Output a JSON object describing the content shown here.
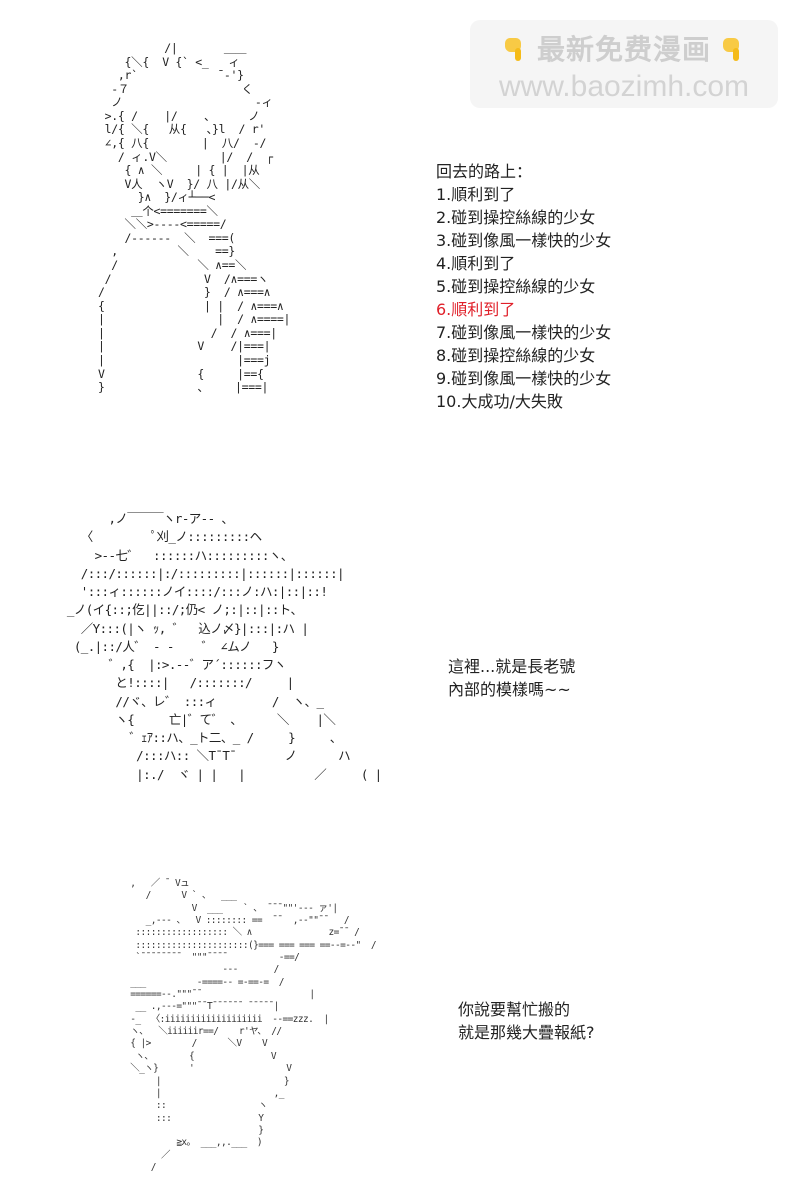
{
  "watermark": {
    "line1": "最新免费漫画",
    "line2": "www.baozimh.com",
    "icon_left": "pointing-down-hand-icon",
    "icon_right": "pointing-down-hand-icon"
  },
  "panel1": {
    "caption_title": "回去的路上：",
    "list": [
      {
        "text": "1.順利到了",
        "color": "#222222"
      },
      {
        "text": "2.碰到操控絲線的少女",
        "color": "#222222"
      },
      {
        "text": "3.碰到像風一樣快的少女",
        "color": "#222222"
      },
      {
        "text": "4.順利到了",
        "color": "#222222"
      },
      {
        "text": "5.碰到操控絲線的少女",
        "color": "#222222"
      },
      {
        "text": "6.順利到了",
        "color": "#e0202a"
      },
      {
        "text": "7.碰到像風一樣快的少女",
        "color": "#222222"
      },
      {
        "text": "8.碰到操控絲線的少女",
        "color": "#222222"
      },
      {
        "text": "9.碰到像風一樣快的少女",
        "color": "#222222"
      },
      {
        "text": "10.大成功/大失敗",
        "color": "#222222"
      }
    ],
    "ascii_art": "          /|       ＿＿\n    {＼{  V {` <_   ィ\n   ,r`            ̄ -'}\n  -７                 く\n  ノ                    -ィ\n >.{ /    |/    、     ノ\n l/{ ＼{   从{   、}l  / r'\n ∠,{ 八{        |  八/  -/\n   / ィ.V＼        |/  /  ┌\n    { ∧ ＼     | { |  |从\n    V人  ヽV  }/ 八 |/从＼\n      }∧  }/ィ┴──<\n     ＿个<=======＼\n    ＼＼>----<=====/\n    /------  ＼  ===(\n  ,         ＼    ==}\n  /            ＼ ∧==＼\n /              V  /∧===ヽ\n/               }  / ∧===∧\n{               | |  / ∧===∧\n|                 |  / ∧====|\n|                /  / ∧===|\n|              V    /|===|\n|                    |===j\nV              {     |=={\n}              、    |===|"
  },
  "panel2": {
    "caption_lines": [
      "這裡...就是長老號",
      "內部的模樣嗎~~"
    ],
    "ascii_art": "       ,ノ￣￣￣ヽr-ア-- 、\n   〈         ﾟ刈_ノ:::::::::ヘ\n     >--七゛  ::::::ハ:::::::::ヽ、\n   /:::/::::::|:/:::::::::|::::::|::::::|\n   ':::ィ::::::ノイ::::/:::ノ:ハ:|::|::!\n _ノ(イ{::;仡||::/;仍< ノ;:|::|::ト、\n   ／Y:::(|ヽ ｯ, ゛  込ノ〆}|:::|:ハ |\n  (_.|::/人゛ - -    ゛ ∠ムノ   }\n       ゛,{  |:>.--゛ア´::::::フヽ\n        と!::::|   /:::::::/     |\n        //ヾ、レ゛ :::ィ        /  ヽ、_\n        ヽ{     亡|゛て゛ 、     ＼    |＼\n          ゛ｪｱ::ハ、_ト二、_ /     }     、\n           /:::ハ:: ＼T¯T¯       ノ      ハ\n           |:./  ヾ | |   |          ／     ( |"
  },
  "panel3": {
    "caption_lines": [
      "你說要幫忙搬的",
      "就是那幾大疊報紙?"
    ],
    "ascii_art": "  ,   ／ ¯ Vュ\n     /      V ` 、  ___\n              V  ___    ` 、 ¯¯¯\"\"'--- ァ'|\n     _,--- 、  V :::::::: ==  ¯¯  ,--\"\"¯¯   /\n   :::::::::::::::::: ＼ ∧               z=¯¯ /\n   ::::::::::::::::::::::(}=== === === ==--=--\"  /\n   `¯¯¯¯¯¯¯¯  \"\"\"¯¯¯¯          -==/\n                    ---       /\n  ___          -====-- =-==-=  /\n  ======--.\"\"\"¯¯                     |\n   __ .,---=\"\"\"¯¯T¯¯¯¯¯¯ ¯¯¯¯¯|\n  -_  〈:iiiiiiiiiiiiiiiiiii  --==zzz.  |\n  ヽ、  ＼iiiiiir==/    r'ヤ、 //\n  { |>        /      ＼V    V\n   ヽ、       {               V\n  ＼_ヽ}      '                  V\n       |                        }\n       |                      ,_\n       ::                  ヽ\n       :::                 Y\n                           }\n           ≧x。 ___,,.___  )\n        ／\n      /"
  }
}
